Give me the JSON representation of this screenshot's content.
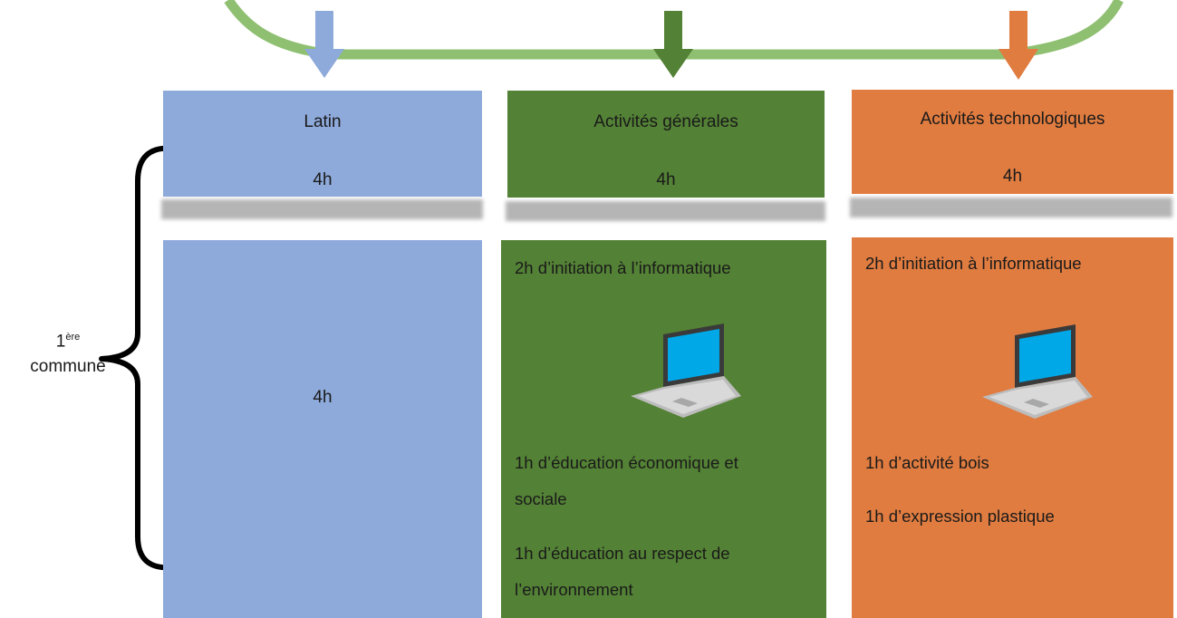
{
  "colors": {
    "latin": "#8eaadb",
    "general": "#538135",
    "techno": "#e07c40",
    "loop": "#8fc072",
    "arrow_latin": "#8eaadb",
    "arrow_general": "#538135",
    "arrow_techno": "#e07c40"
  },
  "side_label": {
    "number": "1",
    "superscript": "ère",
    "word": "commune"
  },
  "columns": [
    {
      "title": "Latin",
      "header_hours": "4h",
      "body_hours": "4h",
      "lines": []
    },
    {
      "title": "Activités générales",
      "header_hours": "4h",
      "lines": [
        "2h d’initiation à l’informatique",
        "1h d’éducation économique et",
        "sociale",
        "1h d’éducation au respect de",
        "l’environnement"
      ],
      "icon": "laptop-icon"
    },
    {
      "title": "Activités technologiques",
      "header_hours": "4h",
      "lines": [
        "2h d’initiation à l’informatique",
        "1h d’activité bois",
        "1h d’expression plastique"
      ],
      "icon": "laptop-icon"
    }
  ]
}
